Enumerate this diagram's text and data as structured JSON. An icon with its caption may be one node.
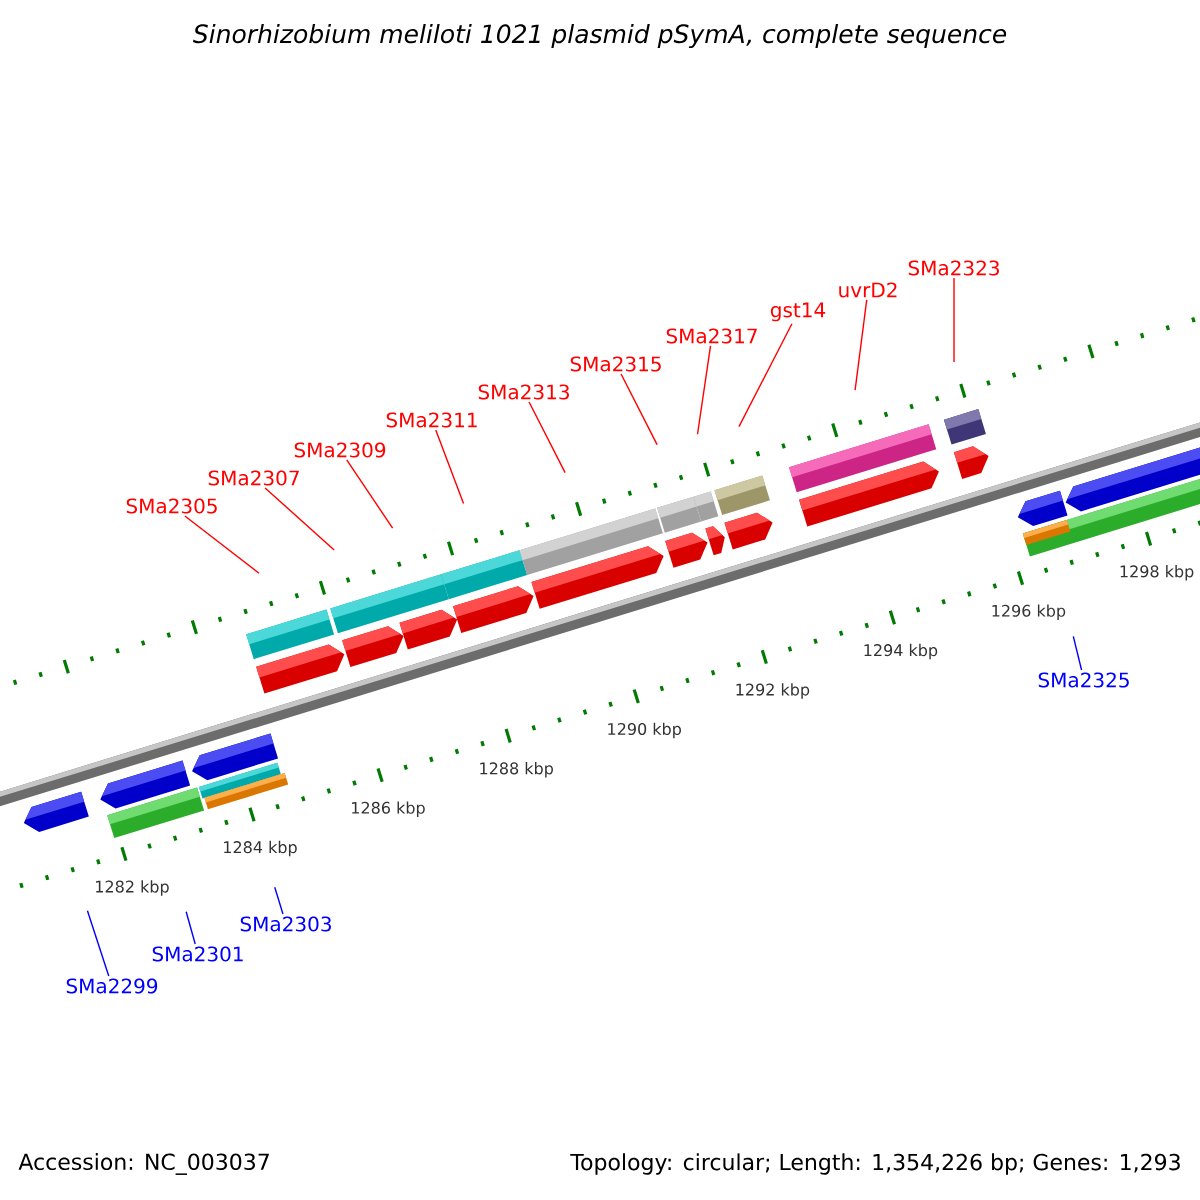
{
  "diagram": {
    "title": "Sinorhizobium meliloti 1021 plasmid pSymA, complete sequence",
    "nodes": [
      {
        "text": [
          "SMa2305"
        ]
      },
      {
        "text": [
          "SMa2307"
        ]
      },
      {
        "text": [
          "SMa2309"
        ]
      },
      {
        "text": [
          "SMa2311"
        ]
      },
      {
        "text": [
          "SMa2313"
        ]
      },
      {
        "text": [
          "SMa2315"
        ]
      },
      {
        "text": [
          "SMa2317"
        ]
      },
      {
        "text": [
          "gst14"
        ]
      },
      {
        "text": [
          "uvrD2"
        ]
      },
      {
        "text": [
          "SMa2323"
        ]
      },
      {
        "text": [
          "SMa2325"
        ]
      },
      {
        "text": [
          "SMa2299"
        ]
      },
      {
        "text": [
          "SMa2301"
        ]
      },
      {
        "text": [
          "SMa2303"
        ]
      }
    ],
    "edges": [
      {
        "from": 0,
        "to": null,
        "arrow": "none"
      },
      {
        "from": 1,
        "to": null,
        "arrow": "none"
      },
      {
        "from": 2,
        "to": null,
        "arrow": "none"
      },
      {
        "from": 3,
        "to": null,
        "arrow": "none"
      },
      {
        "from": 4,
        "to": null,
        "arrow": "none"
      },
      {
        "from": 5,
        "to": null,
        "arrow": "none"
      },
      {
        "from": 6,
        "to": null,
        "arrow": "none"
      },
      {
        "from": 7,
        "to": null,
        "arrow": "none"
      },
      {
        "from": 8,
        "to": null,
        "arrow": "none"
      },
      {
        "from": 9,
        "to": null,
        "arrow": "none"
      },
      {
        "from": 10,
        "to": null,
        "arrow": "none",
        "color": "#0000ff"
      },
      {
        "from": 11,
        "to": null,
        "arrow": "none",
        "color": "#0000ff"
      },
      {
        "from": 12,
        "to": null,
        "arrow": "none",
        "color": "#0000ff"
      },
      {
        "from": 13,
        "to": null,
        "arrow": "none",
        "color": "#0000ff"
      }
    ],
    "labels": [
      "1282 kbp",
      "1284 kbp",
      "1286 kbp",
      "1288 kbp",
      "1290 kbp",
      "1292 kbp",
      "1294 kbp",
      "1296 kbp",
      "1298 kbp",
      "Accession: NC_003037",
      "Topology: circular; Length: 1,354,226 bp; Genes: 1,293"
    ]
  }
}
